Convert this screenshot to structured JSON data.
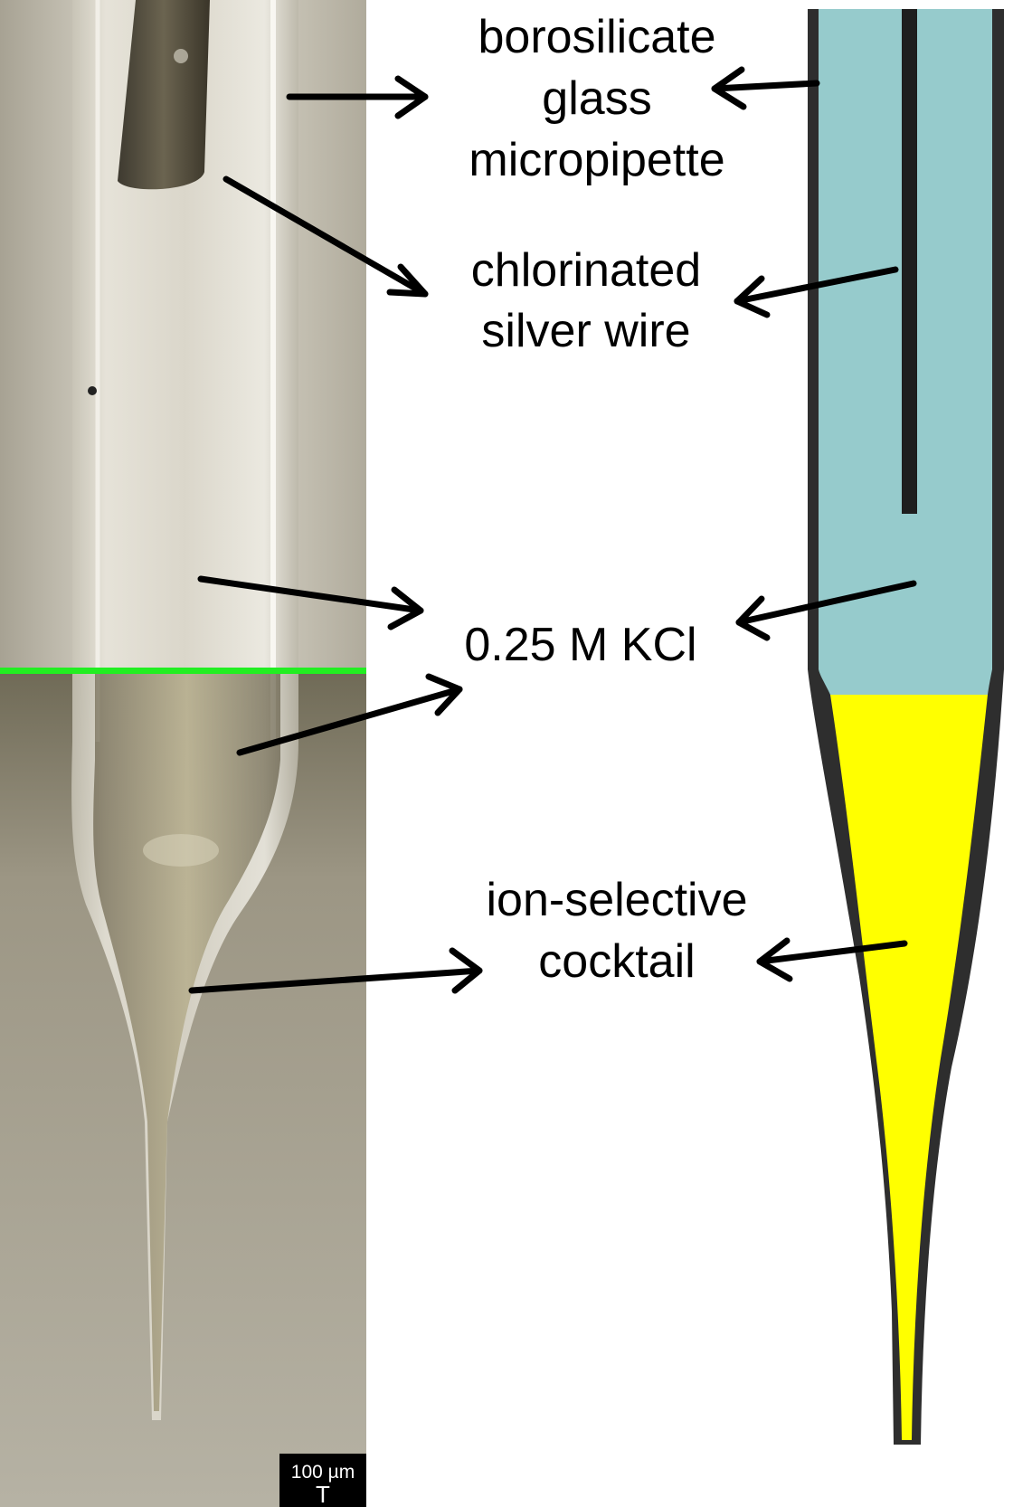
{
  "labels": {
    "glass": [
      "borosilicate",
      "glass",
      "micropipette"
    ],
    "wire": [
      "chlorinated",
      "silver wire"
    ],
    "kcl": "0.25 M KCl",
    "cocktail": [
      "ion-selective",
      "cocktail"
    ]
  },
  "scale_bar": {
    "text": "100 µm",
    "glyph": "T"
  },
  "colors": {
    "kcl_fill": "#96cbcc",
    "cocktail_fill": "#ffff00",
    "pipette_wall": "#2e2e2e",
    "boundary_line": "#22ee22",
    "arrow": "#000000"
  }
}
